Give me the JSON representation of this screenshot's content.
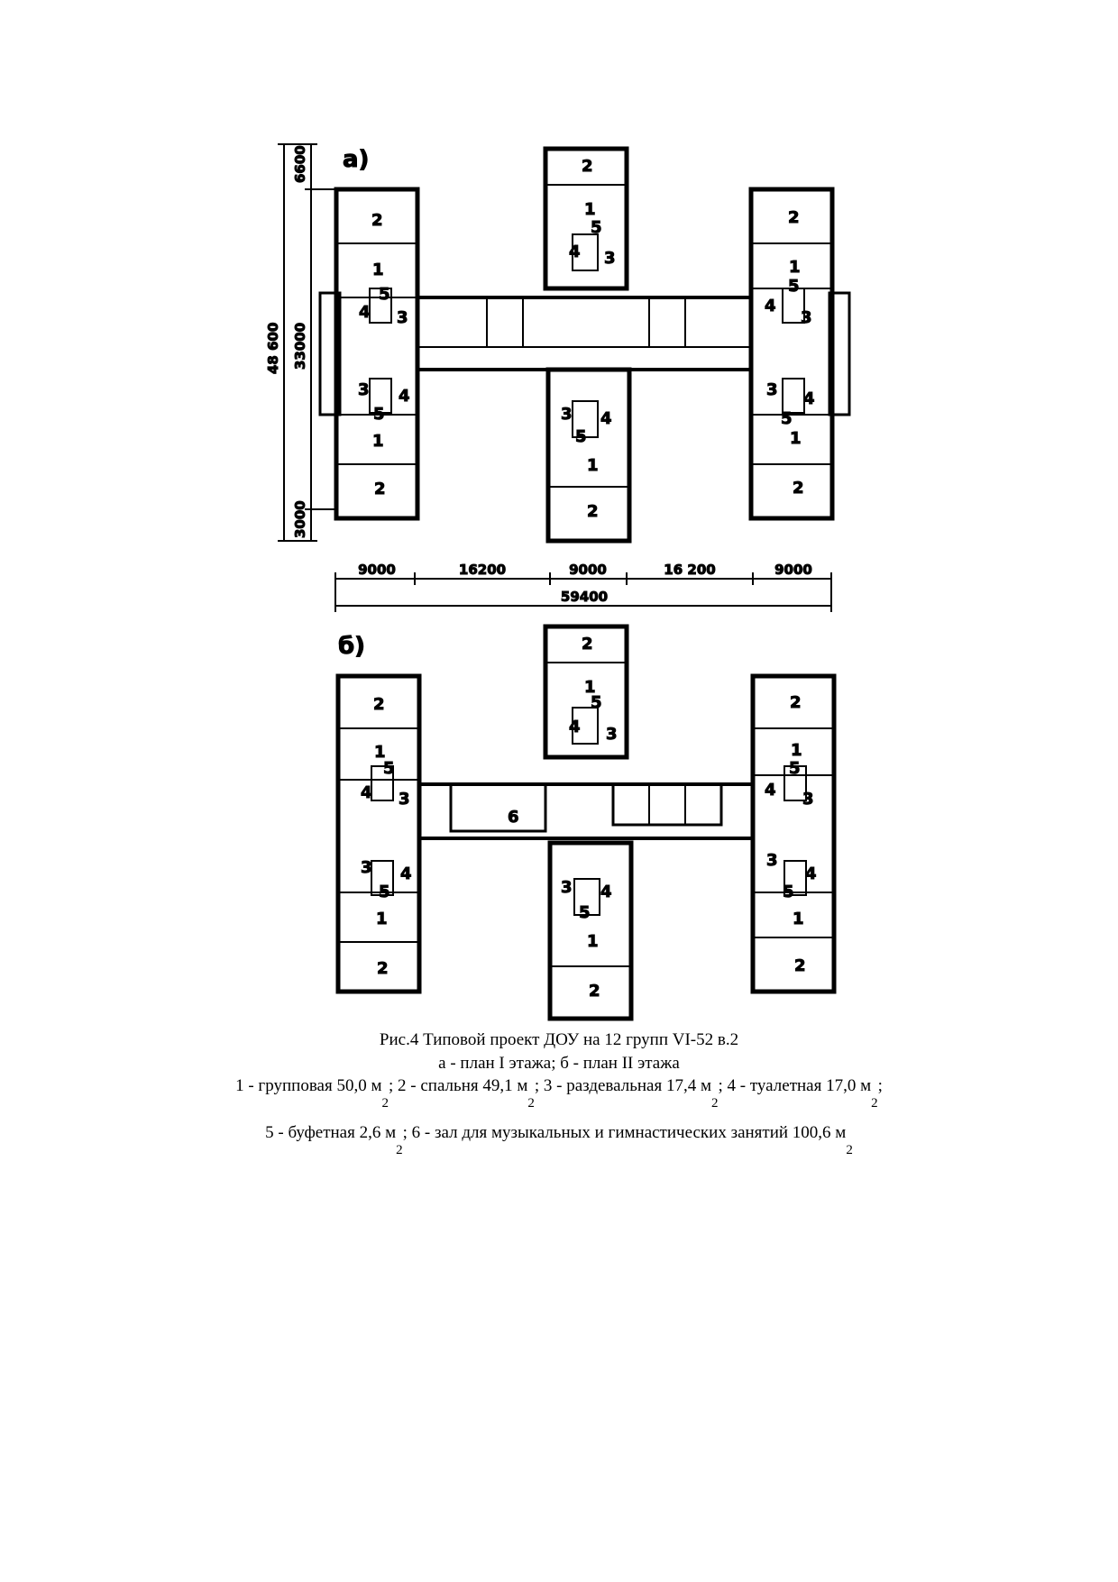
{
  "figure": {
    "plan_a": {
      "label": "а)",
      "dims_horizontal": [
        "9000",
        "16200",
        "9000",
        "16 200",
        "9000"
      ],
      "dim_total_horizontal": "59400",
      "dims_vertical": [
        "6600",
        "33000",
        "3000"
      ],
      "dim_total_vertical": "48 600",
      "rooms": [
        "1",
        "2",
        "3",
        "4",
        "5"
      ]
    },
    "plan_b": {
      "label": "б)",
      "hall_label": "6",
      "rooms": [
        "1",
        "2",
        "3",
        "4",
        "5"
      ]
    }
  },
  "caption": {
    "title": "Рис.4 Типовой проект ДОУ на 12 групп VI-52 в.2",
    "subtitle": "а - план I этажа; б - план II этажа",
    "legend_line1": {
      "t1": "1 - групповая 50,0 м",
      "t2": "; 2 - спальня 49,1 м",
      "t3": "; 3 - раздевальная 17,4 м",
      "t4": "; 4 - туалетная 17,0 м",
      "t5": ";"
    },
    "legend_line2": {
      "t1": "5 - буфетная 2,6 м",
      "t2": "; 6 - зал для музыкальных и гимнастических занятий 100,6 м"
    },
    "superscript": "2"
  }
}
